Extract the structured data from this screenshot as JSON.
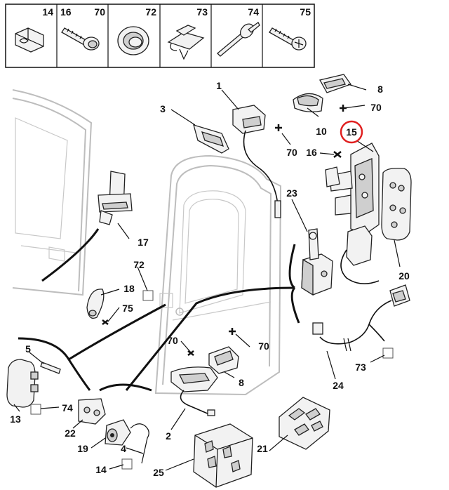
{
  "header_cells": [
    {
      "number": "14",
      "icon": "clip-icon"
    },
    {
      "number": "16",
      "number2": "70",
      "icon": "bolt-washer-icon"
    },
    {
      "number": "72",
      "icon": "round-plug-icon"
    },
    {
      "number": "73",
      "icon": "cable-clip-icon"
    },
    {
      "number": "74",
      "icon": "rivet-icon"
    },
    {
      "number": "75",
      "icon": "screw-icon"
    }
  ],
  "callouts": {
    "c1": "1",
    "c2": "2",
    "c3": "3",
    "c4": "4",
    "c5": "5",
    "c8a": "8",
    "c8b": "8",
    "c10": "10",
    "c13": "13",
    "c14": "14",
    "c15": "15",
    "c16": "16",
    "c17": "17",
    "c18": "18",
    "c19": "19",
    "c20": "20",
    "c21": "21",
    "c22": "22",
    "c23": "23",
    "c24": "24",
    "c25": "25",
    "c70a": "70",
    "c70b": "70",
    "c70c": "70",
    "c70d": "70",
    "c72": "72",
    "c73": "73",
    "c74": "74",
    "c75": "75"
  },
  "highlight": {
    "callout": "15",
    "color": "#e02020"
  }
}
